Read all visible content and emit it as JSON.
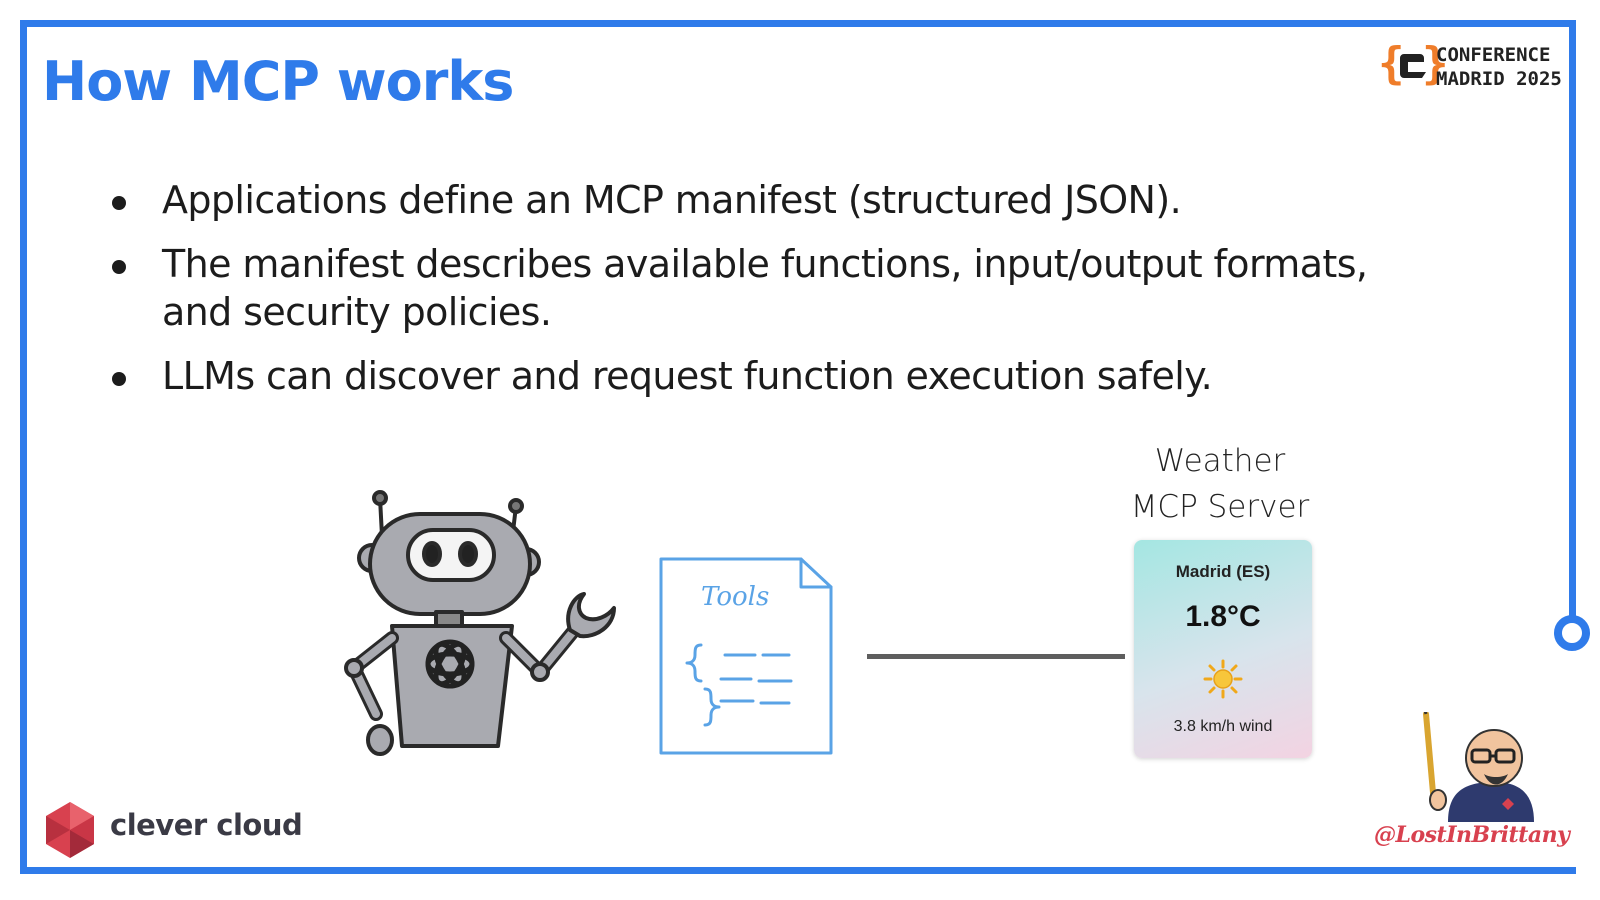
{
  "slide": {
    "title": "How MCP works",
    "brand_color": "#2f7bea"
  },
  "conference": {
    "line1": "CONFERENCE",
    "line2": "MADRID 2025",
    "logo_icon": "braces-c-logo-icon"
  },
  "bullets": [
    {
      "text": "Applications define an MCP manifest (structured JSON)."
    },
    {
      "text": "The manifest describes available functions, input/output formats, and security policies."
    },
    {
      "text": "LLMs can discover and request function execution safely."
    }
  ],
  "diagram": {
    "robot_icon": "openai-robot-icon",
    "doc_title": "Tools",
    "doc_icon": "tools-manifest-document-icon",
    "server_title_line1": "Weather",
    "server_title_line2": "MCP Server",
    "weather_card": {
      "city": "Madrid (ES)",
      "temperature": "1.8°C",
      "condition_icon": "sun-icon",
      "wind": "3.8 km/h wind"
    }
  },
  "footer": {
    "brand_name": "clever cloud",
    "brand_icon": "clever-cloud-logo-icon",
    "author_handle": "@LostInBrittany",
    "author_icon": "author-avatar-icon",
    "handle_color": "#d8414f"
  }
}
